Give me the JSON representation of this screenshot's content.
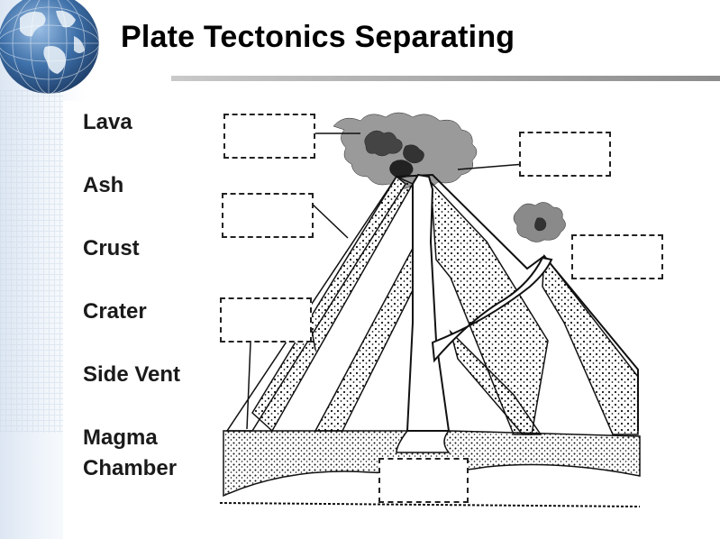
{
  "title": "Plate Tectonics Separating",
  "word_bank": [
    "Lava",
    "Ash",
    "Crust",
    "Crater",
    "Side Vent",
    "Magma",
    "Chamber"
  ],
  "label_boxes": [
    "",
    "",
    "",
    "",
    "",
    ""
  ],
  "colors": {
    "title": "#000000",
    "globe_ocean": "#3d6fa8",
    "globe_land": "#e6eef6",
    "rule": "#9a9a9a",
    "ink": "#111111"
  }
}
